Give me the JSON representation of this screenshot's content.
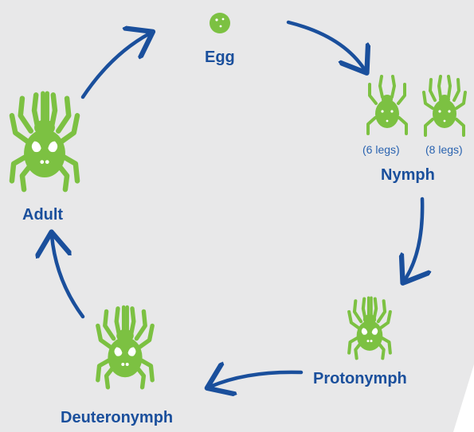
{
  "stages": {
    "egg": "Egg",
    "nymph": "Nymph",
    "protonymph": "Protonymph",
    "deuteronymph": "Deuteronymph",
    "adult": "Adult"
  },
  "nymph_variants": {
    "six_legs": "(6 legs)",
    "eight_legs": "(8 legs)"
  },
  "colors": {
    "background": "#e8e8e9",
    "arrow": "#1a4f9c",
    "mite": "#7cc142",
    "mite_detail": "#ffffff"
  },
  "icons": {
    "egg": "egg-icon",
    "mite": "mite-icon",
    "arrow": "arrow-icon"
  }
}
